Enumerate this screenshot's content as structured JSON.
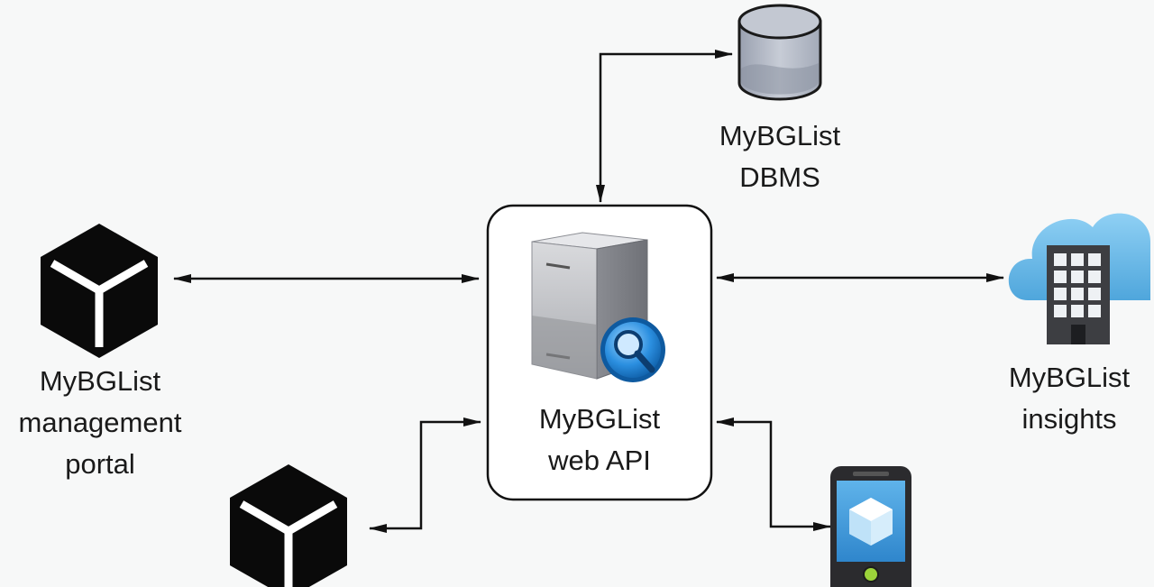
{
  "nodes": {
    "dbms": {
      "lines": [
        "MyBGList",
        "DBMS"
      ],
      "icon": "database-icon"
    },
    "web_api": {
      "lines": [
        "MyBGList",
        "web API"
      ],
      "icon": "server-search-icon"
    },
    "management_portal": {
      "lines": [
        "MyBGList",
        "management",
        "portal"
      ],
      "icon": "cube-icon"
    },
    "insights": {
      "lines": [
        "MyBGList",
        "insights"
      ],
      "icon": "cloud-building-icon"
    },
    "client_app": {
      "icon": "cube-icon"
    },
    "mobile_app": {
      "icon": "mobile-phone-icon"
    }
  },
  "connections": [
    {
      "from": "web_api",
      "to": "dbms",
      "direction": "both"
    },
    {
      "from": "web_api",
      "to": "management_portal",
      "direction": "both"
    },
    {
      "from": "web_api",
      "to": "insights",
      "direction": "both"
    },
    {
      "from": "web_api",
      "to": "client_app",
      "direction": "both"
    },
    {
      "from": "web_api",
      "to": "mobile_app",
      "direction": "both"
    }
  ],
  "colors": {
    "background": "#f7f8f8",
    "line": "#111111",
    "cube": "#0a0a0a",
    "database_fill": "#b3b9c6",
    "cloud_fill": "#6ab8e6",
    "phone_screen": "#4aa0dc",
    "magnifier": "#1a7fd0"
  }
}
